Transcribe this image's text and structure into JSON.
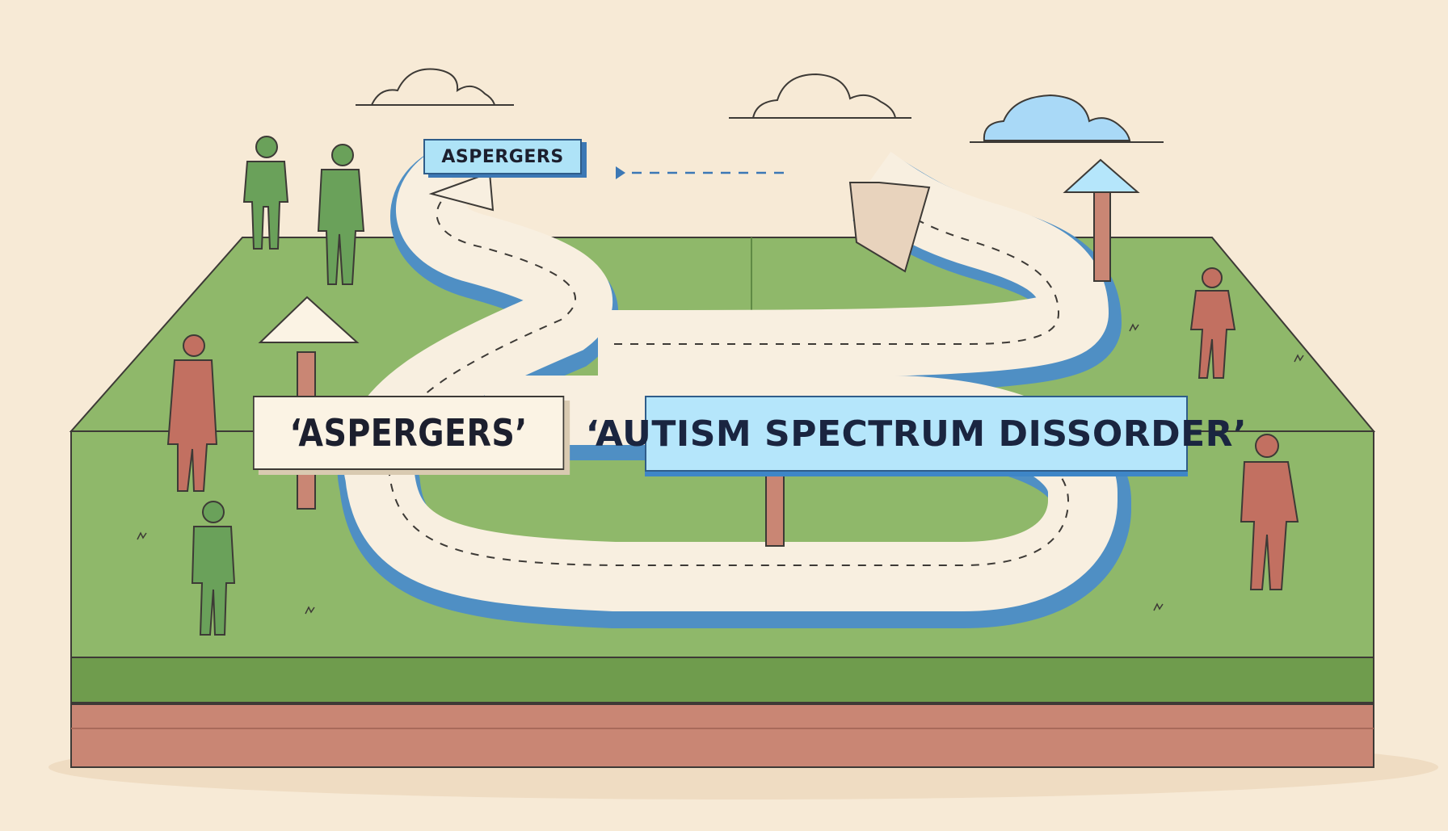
{
  "signs": {
    "small_top": "ASPERGERS",
    "left": "‘ASPERGERS’",
    "right": "‘AUTISM SPECTRUM DISSORDER’"
  },
  "colors": {
    "background": "#f7ead6",
    "grass": "#8fb86a",
    "grass_dark": "#6f9c4d",
    "soil": "#c98674",
    "road": "#f8efe0",
    "road_edge": "#4f8fc4",
    "figure_green": "#6aa15a",
    "figure_red": "#c27061",
    "sign_blue": "#b5e6fb",
    "cloud_blue": "#a9d9f7"
  },
  "figures": [
    {
      "color": "green",
      "pose": "standing"
    },
    {
      "color": "green",
      "pose": "standing"
    },
    {
      "color": "red",
      "pose": "standing"
    },
    {
      "color": "green",
      "pose": "walking"
    },
    {
      "color": "red",
      "pose": "walking"
    },
    {
      "color": "red",
      "pose": "walking"
    }
  ]
}
